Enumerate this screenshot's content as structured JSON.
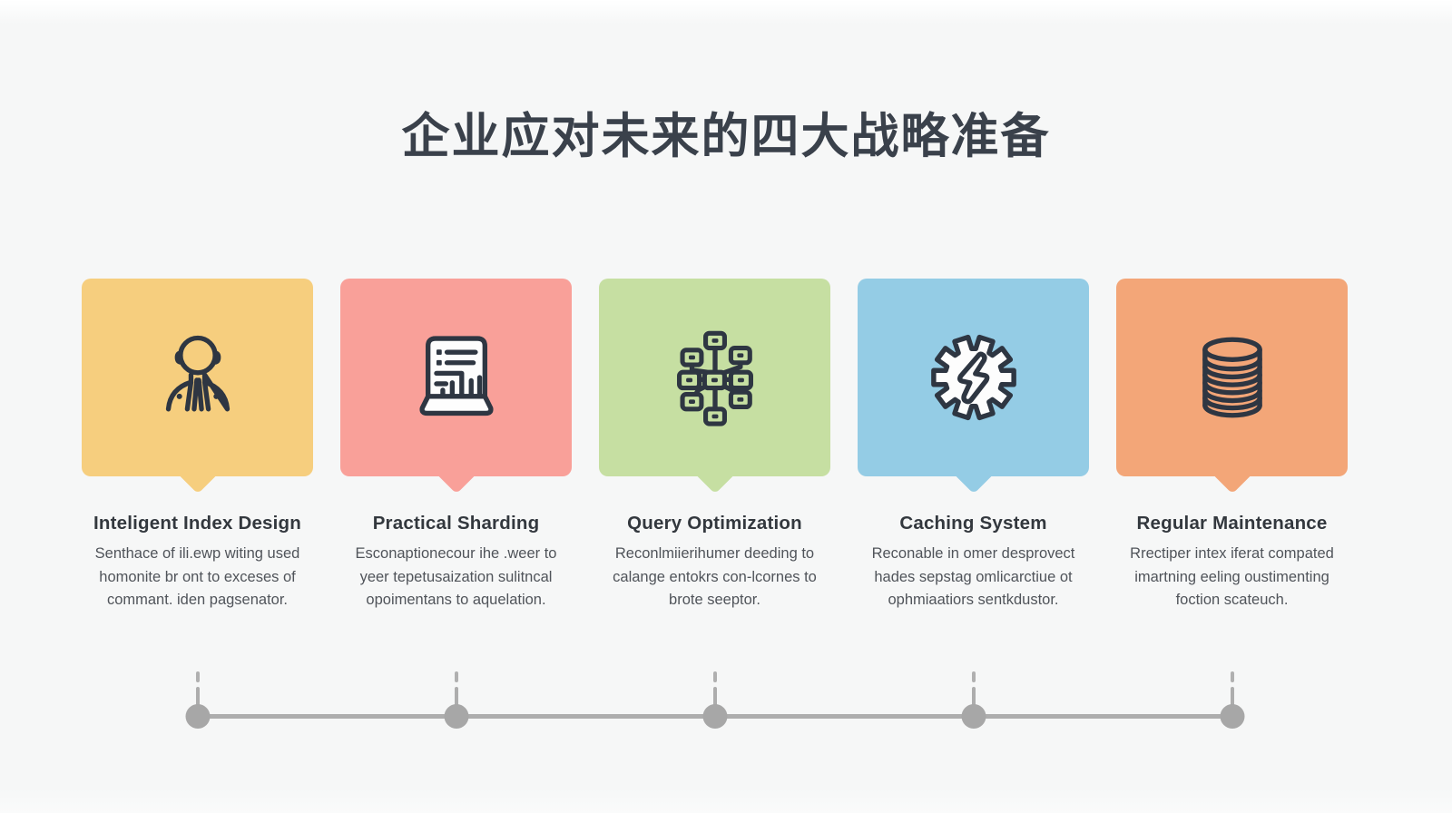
{
  "page": {
    "title": "企业应对未来的四大战略准备"
  },
  "colors": {
    "background": "#F6F7F7",
    "title_text": "#3A414B",
    "card_title_text": "#33383E",
    "card_body_text": "#50545A",
    "icon_stroke": "#2E3642",
    "timeline_gray": "#AEAEAE"
  },
  "cards": [
    {
      "title": "Inteligent Index Design",
      "description": "Senthace of ili.ewp witing used homonite br ont to exceses of commant. iden pagsenator.",
      "color": "#F6CE7E",
      "icon": "user-icon"
    },
    {
      "title": "Practical Sharding",
      "description": "Esconaptionecour ihe .weer to yeer tepetusaization sulitncal opoimentans to aquelation.",
      "color": "#F9A099",
      "icon": "analytics-board-icon"
    },
    {
      "title": "Query Optimization",
      "description": "Reconlmiierihumer deeding to calange entokrs con-lcornes to brote seeptor.",
      "color": "#C6DFA2",
      "icon": "network-nodes-icon"
    },
    {
      "title": "Caching System",
      "description": "Reconable in omer desprovect hades sepstag omlicarctiue ot ophmiaatiors sentkdustor.",
      "color": "#94CCE5",
      "icon": "gear-lightning-icon"
    },
    {
      "title": "Regular Maintenance",
      "description": "Rrectiper intex iferat compated imartning eeling oustimenting foction scateuch.",
      "color": "#F3A678",
      "icon": "database-stack-icon"
    }
  ],
  "timeline": {
    "node_count": 5
  }
}
